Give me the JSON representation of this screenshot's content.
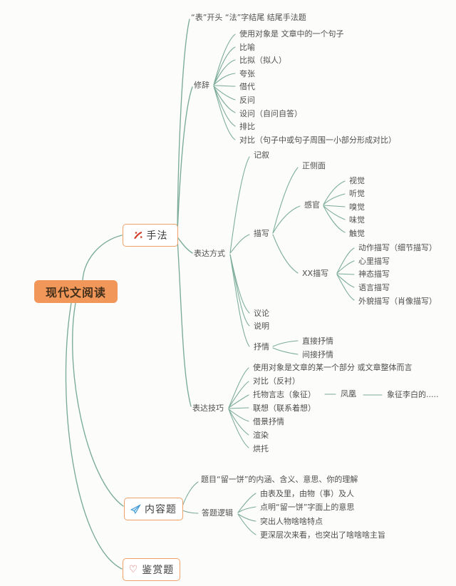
{
  "palette": {
    "edge_line": "#7aab99",
    "node_border": "#efa168",
    "root_fill": "#f2975a",
    "root_text": "#44301a",
    "label_text": "#4f4f4f",
    "brush_icon": "#d43d2a",
    "plane_icon": "#3b97d3",
    "heart_icon": "#d9534f"
  },
  "root": {
    "label": "现代文阅读"
  },
  "shoufa": {
    "label": "手法",
    "note": "“表”开头 “法”字结尾 结尾手法题",
    "xiuci": {
      "label": "修辞",
      "children": [
        "使用对象是 文章中的一个句子",
        "比喻",
        "比拟（拟人）",
        "夸张",
        "借代",
        "反问",
        "设问（自问自答）",
        "排比",
        "对比（句子中或句子周围一小部分形成对比）"
      ]
    },
    "biaoda_fangshi": {
      "label": "表达方式",
      "jixu": "记叙",
      "miaoxie": {
        "label": "描写",
        "zhengcemian": "正侧面",
        "ganguan": {
          "label": "感官",
          "children": [
            "视觉",
            "听觉",
            "嗅觉",
            "味觉",
            "触觉"
          ]
        },
        "xx_miaoxie": {
          "label": "XX描写",
          "children": [
            "动作描写（细节描写）",
            "心里描写",
            "神态描写",
            "语言描写",
            "外貌描写（肖像描写）"
          ]
        }
      },
      "yilun": "议论",
      "shuoming": "说明",
      "shuqing": {
        "label": "抒情",
        "children": [
          "直接抒情",
          "间接抒情"
        ]
      }
    },
    "biaoda_jiqiao": {
      "label": "表达技巧",
      "children": [
        "使用对象是文章的某一个部分 或文章整体而言",
        "对比（反衬）",
        "托物言志（象征）",
        "联想（联系着想）",
        "借景抒情",
        "渲染",
        "烘托"
      ],
      "fenghuang": "凤凰",
      "xiangzheng": "象征李白的....."
    }
  },
  "neirongti": {
    "label": "内容题",
    "note": "题目“留一饼”的内涵、含义、意思、你的理解",
    "dati_luoji": {
      "label": "答题逻辑",
      "children": [
        "由表及里，由物（事）及人",
        "点明“留一饼”字面上的意思",
        "突出人物啥啥特点",
        "更深层次来看，也突出了啥啥啥主旨"
      ]
    }
  },
  "jianshangti": {
    "label": "鉴赏题"
  }
}
